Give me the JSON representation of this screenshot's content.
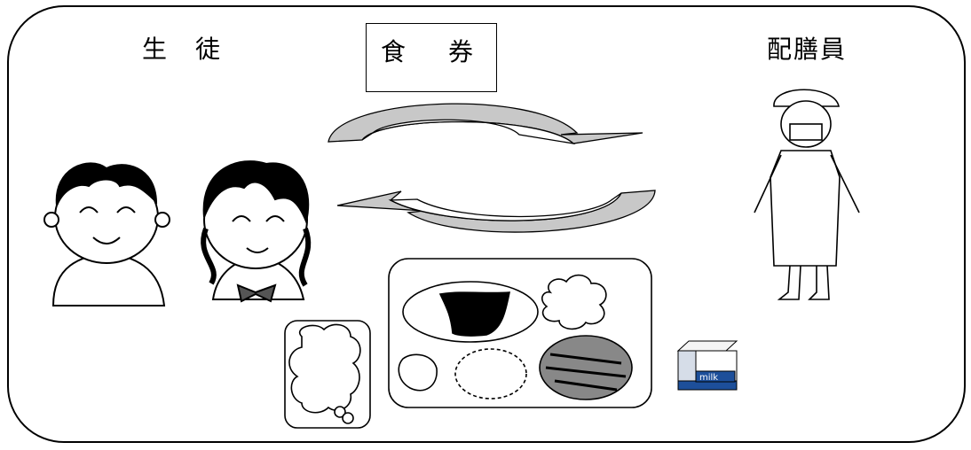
{
  "labels": {
    "students": "生　徒",
    "ticket": "食　券",
    "server": "配膳員"
  },
  "milk_carton": {
    "text": "milk"
  },
  "colors": {
    "arrow_fill": "#c8c8c8",
    "line": "#000000",
    "milk_blue": "#1d4f9a"
  },
  "icons": [
    "boy-icon",
    "girl-icon",
    "server-icon",
    "meal-tray-icon",
    "bread-icon",
    "milk-carton-icon",
    "cycle-arrow-icon"
  ]
}
